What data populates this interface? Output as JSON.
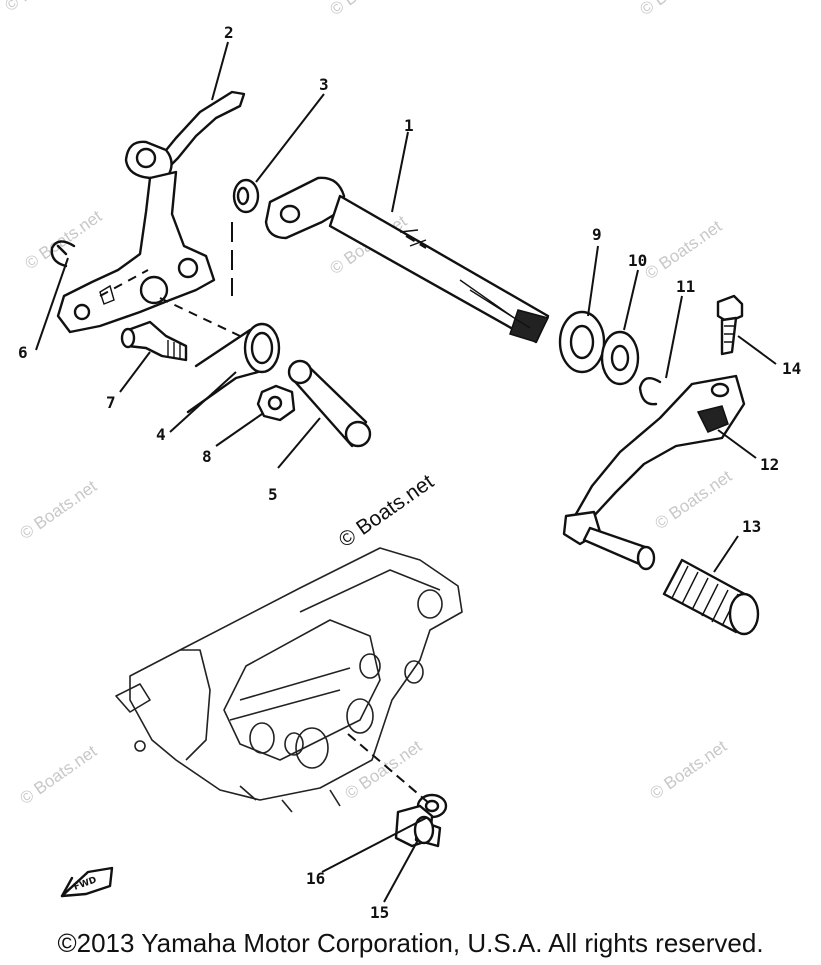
{
  "watermarks": {
    "text": "© Boats.net",
    "main_text": "© Boats.net"
  },
  "callouts": [
    "1",
    "2",
    "3",
    "4",
    "5",
    "6",
    "7",
    "8",
    "9",
    "10",
    "11",
    "12",
    "13",
    "14",
    "15",
    "16"
  ],
  "fwd_label": "FWD",
  "footer": {
    "copyright": "©2013 Yamaha Motor Corporation, U.S.A. All rights reserved."
  }
}
